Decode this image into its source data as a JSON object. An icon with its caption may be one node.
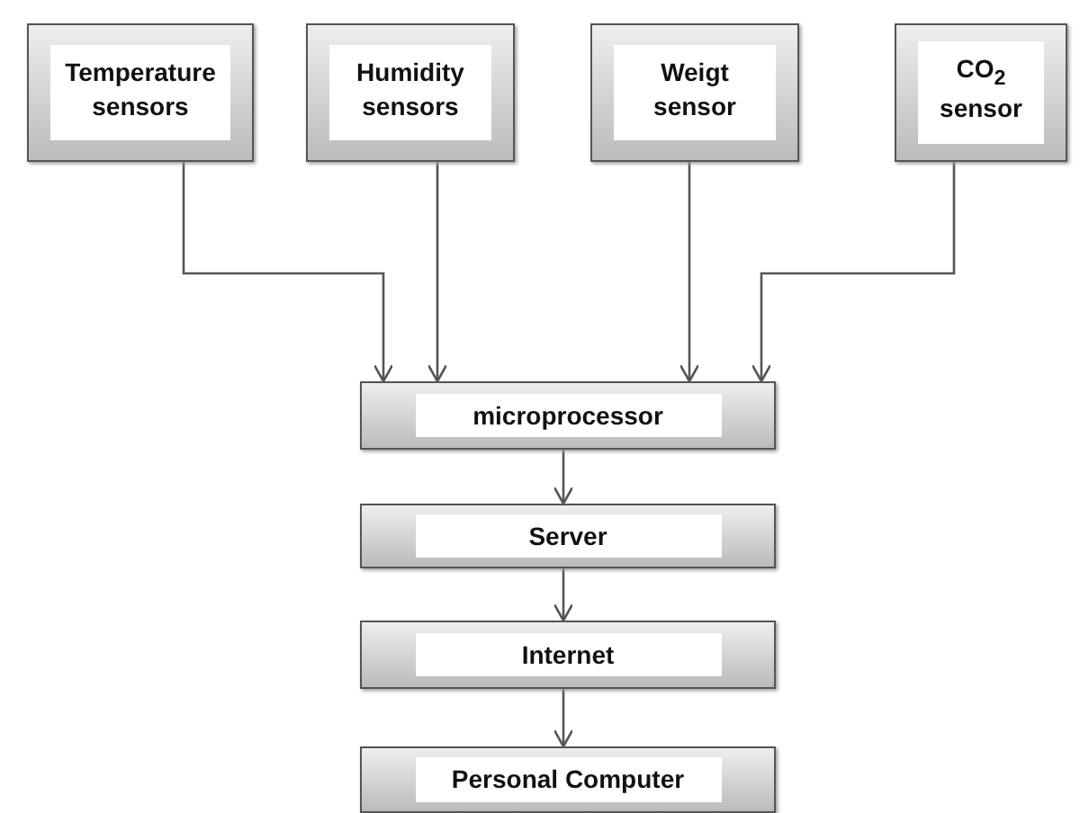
{
  "diagram": {
    "nodes": [
      {
        "text": [
          "Temperature sensors"
        ]
      },
      {
        "text": [
          "Humidity sensors"
        ]
      },
      {
        "text": [
          "Weigt sensor"
        ]
      },
      {
        "text": [
          "CO$_{2}$ sensor"
        ]
      },
      {
        "text": [
          "microprocessor"
        ]
      },
      {
        "text": [
          "Server"
        ]
      },
      {
        "text": [
          "Internet"
        ]
      },
      {
        "text": [
          "Personal Computer"
        ]
      }
    ],
    "edges": [
      {
        "from": 0,
        "to": 4,
        "arrow": "to"
      },
      {
        "from": 1,
        "to": 4,
        "arrow": "to"
      },
      {
        "from": 2,
        "to": 4,
        "arrow": "to"
      },
      {
        "from": 3,
        "to": 4,
        "arrow": "to"
      },
      {
        "from": 4,
        "to": 5,
        "arrow": "to"
      },
      {
        "from": 5,
        "to": 6,
        "arrow": "to"
      },
      {
        "from": 6,
        "to": 7,
        "arrow": "to"
      }
    ]
  }
}
